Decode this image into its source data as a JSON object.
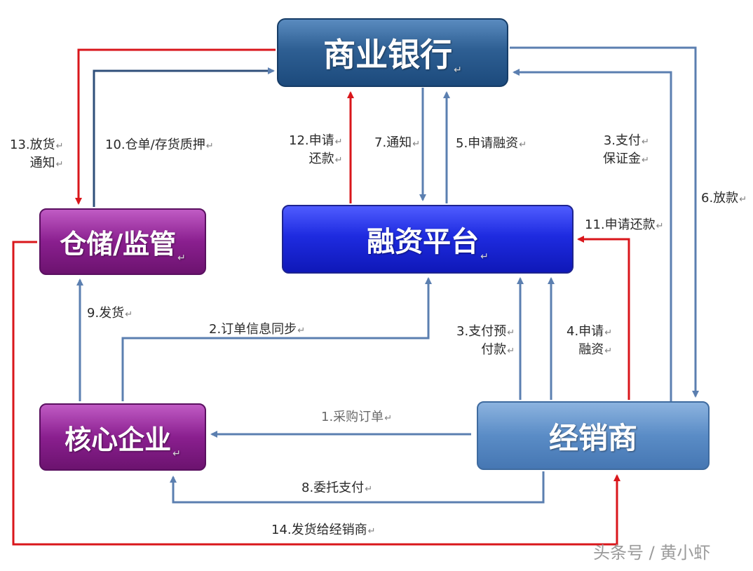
{
  "nodes": {
    "bank": "商业银行",
    "platform": "融资平台",
    "warehouse": "仓储/监管",
    "core": "核心企业",
    "dealer": "经销商"
  },
  "return_mark": "↵",
  "steps": {
    "s1": "1.采购订单",
    "s2": "2.订单信息同步",
    "s3a_line1": "3.支付预",
    "s3a_line2": "付款",
    "s3b_line1": "3​.支付",
    "s3b_line2": "保证金",
    "s4_line1": "4.申请",
    "s4_line2": "融资",
    "s5": "5.申请融资",
    "s6": "6.放款",
    "s7": "7.通知",
    "s8": "8.委托支付",
    "s9": "9.发货",
    "s10": "10.仓单/存货质押",
    "s11": "11.申请还款",
    "s12_line1": "12.申请",
    "s12_line2": "还款",
    "s13_line1": "13.放货",
    "s13_line2": "通知",
    "s14": "14.发货给经销商"
  },
  "watermark": "头条号 / 黄小虾",
  "colors": {
    "blue_arrow": "#5b7fb0",
    "red_arrow": "#d9161b",
    "bank": "#2e5f93",
    "platform": "#1e2be0",
    "purple": "#8a1f8f",
    "dealer": "#5a8cc6"
  }
}
